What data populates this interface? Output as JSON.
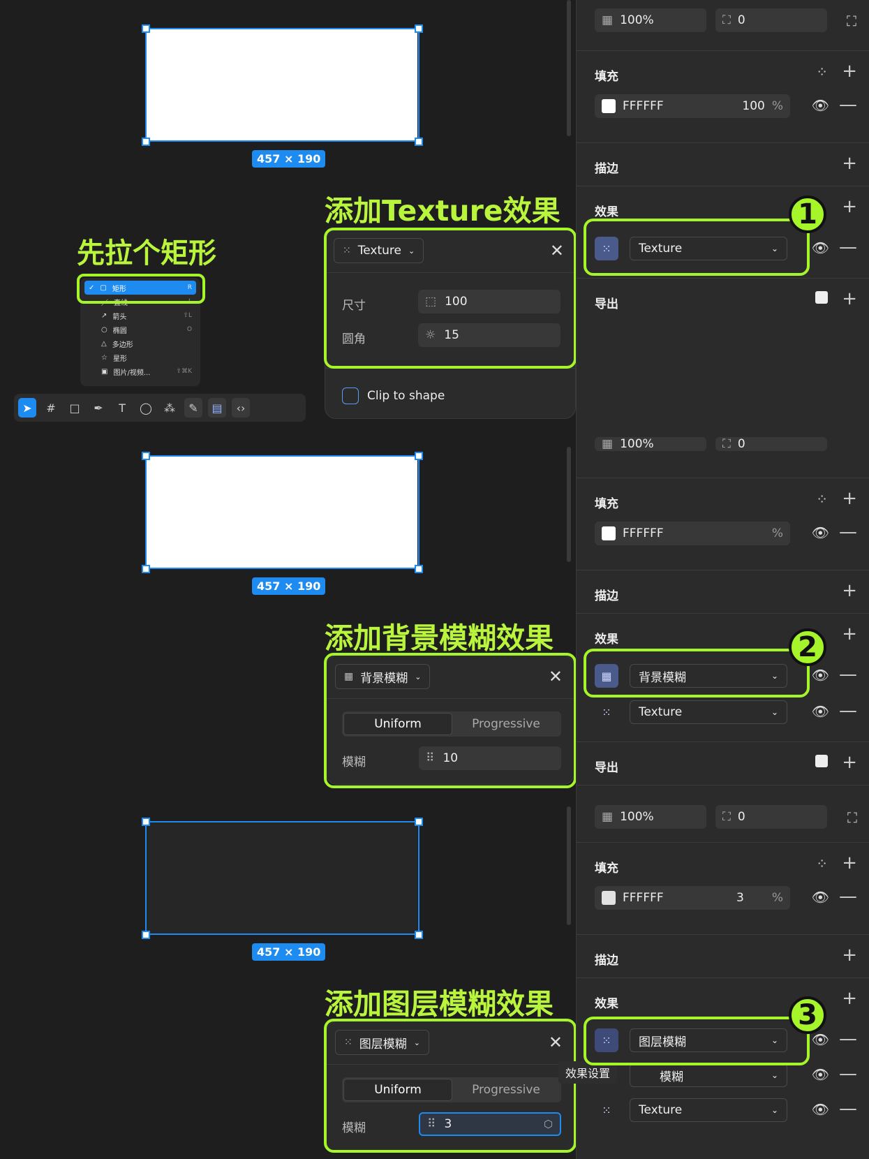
{
  "annotations": {
    "step0": "先拉个矩形",
    "step1_prefix": "添加",
    "step1_bold": "Texture",
    "step1_suffix": "效果",
    "step2_prefix": "添加",
    "step2_bold": "背景模糊",
    "step2_suffix": "效果",
    "step3_prefix": "添加",
    "step3_bold": "图层模糊",
    "step3_suffix": "效果",
    "badge1": "1",
    "badge2": "2",
    "badge3": "3"
  },
  "canvas": {
    "dimension_label": "457 × 190"
  },
  "menu": {
    "items": [
      {
        "label": "矩形",
        "key": "R",
        "icon": "rectangle-icon",
        "selected": true
      },
      {
        "label": "直线",
        "key": "L",
        "icon": "line-icon"
      },
      {
        "label": "箭头",
        "key": "⇧L",
        "icon": "arrow-icon"
      },
      {
        "label": "椭圆",
        "key": "O",
        "icon": "ellipse-icon"
      },
      {
        "label": "多边形",
        "key": "",
        "icon": "polygon-icon"
      },
      {
        "label": "星形",
        "key": "",
        "icon": "star-icon"
      },
      {
        "label": "图片/视频...",
        "key": "⇧⌘K",
        "icon": "image-icon"
      }
    ]
  },
  "panels": {
    "texture": {
      "type": "Texture",
      "size_label": "尺寸",
      "size_value": "100",
      "radius_label": "圆角",
      "radius_value": "15",
      "clip_label": "Clip to shape"
    },
    "bg_blur": {
      "type": "背景模糊",
      "seg_a": "Uniform",
      "seg_b": "Progressive",
      "blur_label": "模糊",
      "blur_value": "10"
    },
    "layer_blur": {
      "type": "图层模糊",
      "seg_a": "Uniform",
      "seg_b": "Progressive",
      "blur_label": "模糊",
      "blur_value": "3"
    }
  },
  "sidebar": {
    "opacity": "100%",
    "corner": "0",
    "fill_title": "填充",
    "stroke_title": "描边",
    "effects_title": "效果",
    "export_title": "导出",
    "fill_hex": "FFFFFF",
    "fill_opacity_1": "100",
    "fill_opacity_3": "3",
    "percent": "%",
    "fx_texture": "Texture",
    "fx_bg_blur": "背景模糊",
    "fx_layer_blur": "图层模糊",
    "fx_partial": "模糊",
    "tooltip": "效果设置"
  },
  "colors": {
    "accent": "#1d8bf0",
    "highlight": "#a5f52a",
    "annotation": "#b9f53c"
  }
}
